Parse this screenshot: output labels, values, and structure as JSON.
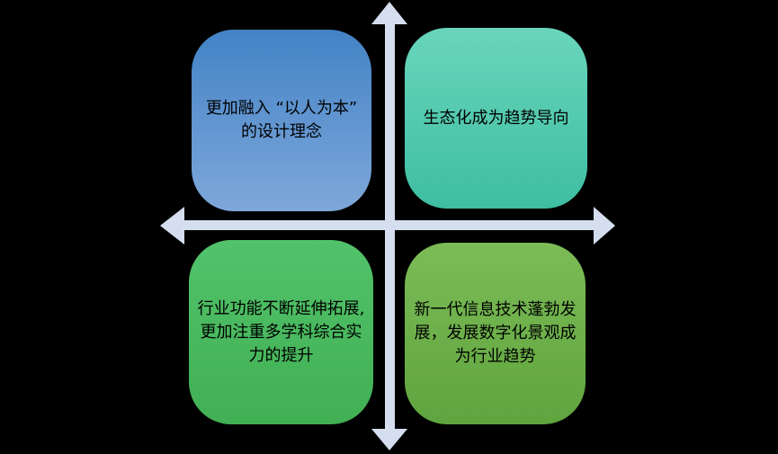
{
  "diagram": {
    "type": "quadrant-matrix",
    "theme": {
      "background": "#000000",
      "arrow_color": "#D5DEEF",
      "text_color": "#000000"
    },
    "axes": {
      "vertical_arrow": "double-headed-up-down",
      "horizontal_arrow": "double-headed-left-right"
    },
    "quadrants": [
      {
        "id": "top-left",
        "label": "更加融入 “以人为本”\n的设计理念",
        "color_top": "#4383C6",
        "color_bottom": "#7EA7DA"
      },
      {
        "id": "top-right",
        "label": "生态化成为趋势导向",
        "color_top": "#69D5BC",
        "color_bottom": "#3EBEA2"
      },
      {
        "id": "bottom-left",
        "label": "行业功能不断延伸拓展,\n更加注重多学科综合实\n力的提升",
        "color_top": "#52C36B",
        "color_bottom": "#41AF53"
      },
      {
        "id": "bottom-right",
        "label": "新一代信息技术蓬勃发\n展，发展数字化景观成\n为行业趋势",
        "color_top": "#7CBC57",
        "color_bottom": "#5FA43E"
      }
    ]
  }
}
